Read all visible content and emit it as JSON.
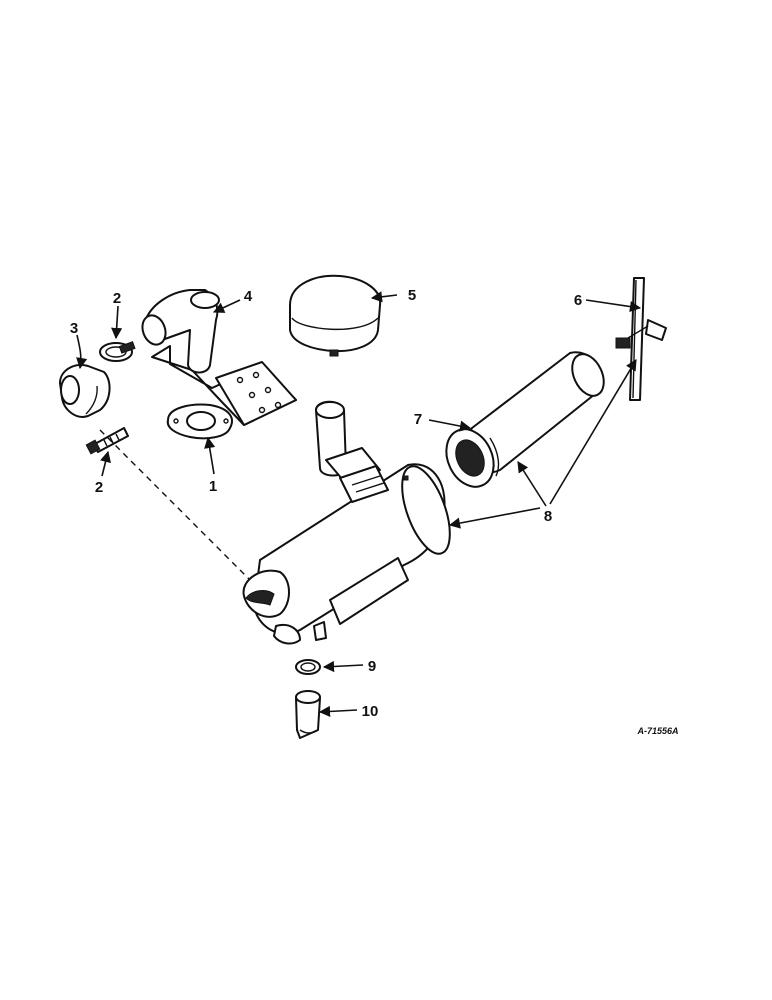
{
  "callouts": {
    "c1": "1",
    "c2a": "2",
    "c2b": "2",
    "c3": "3",
    "c4": "4",
    "c5": "5",
    "c6": "6",
    "c7": "7",
    "c8": "8",
    "c9": "9",
    "c10": "10"
  },
  "drawing_number": "A-71556A",
  "colors": {
    "ink": "#111111",
    "paper": "#ffffff"
  }
}
